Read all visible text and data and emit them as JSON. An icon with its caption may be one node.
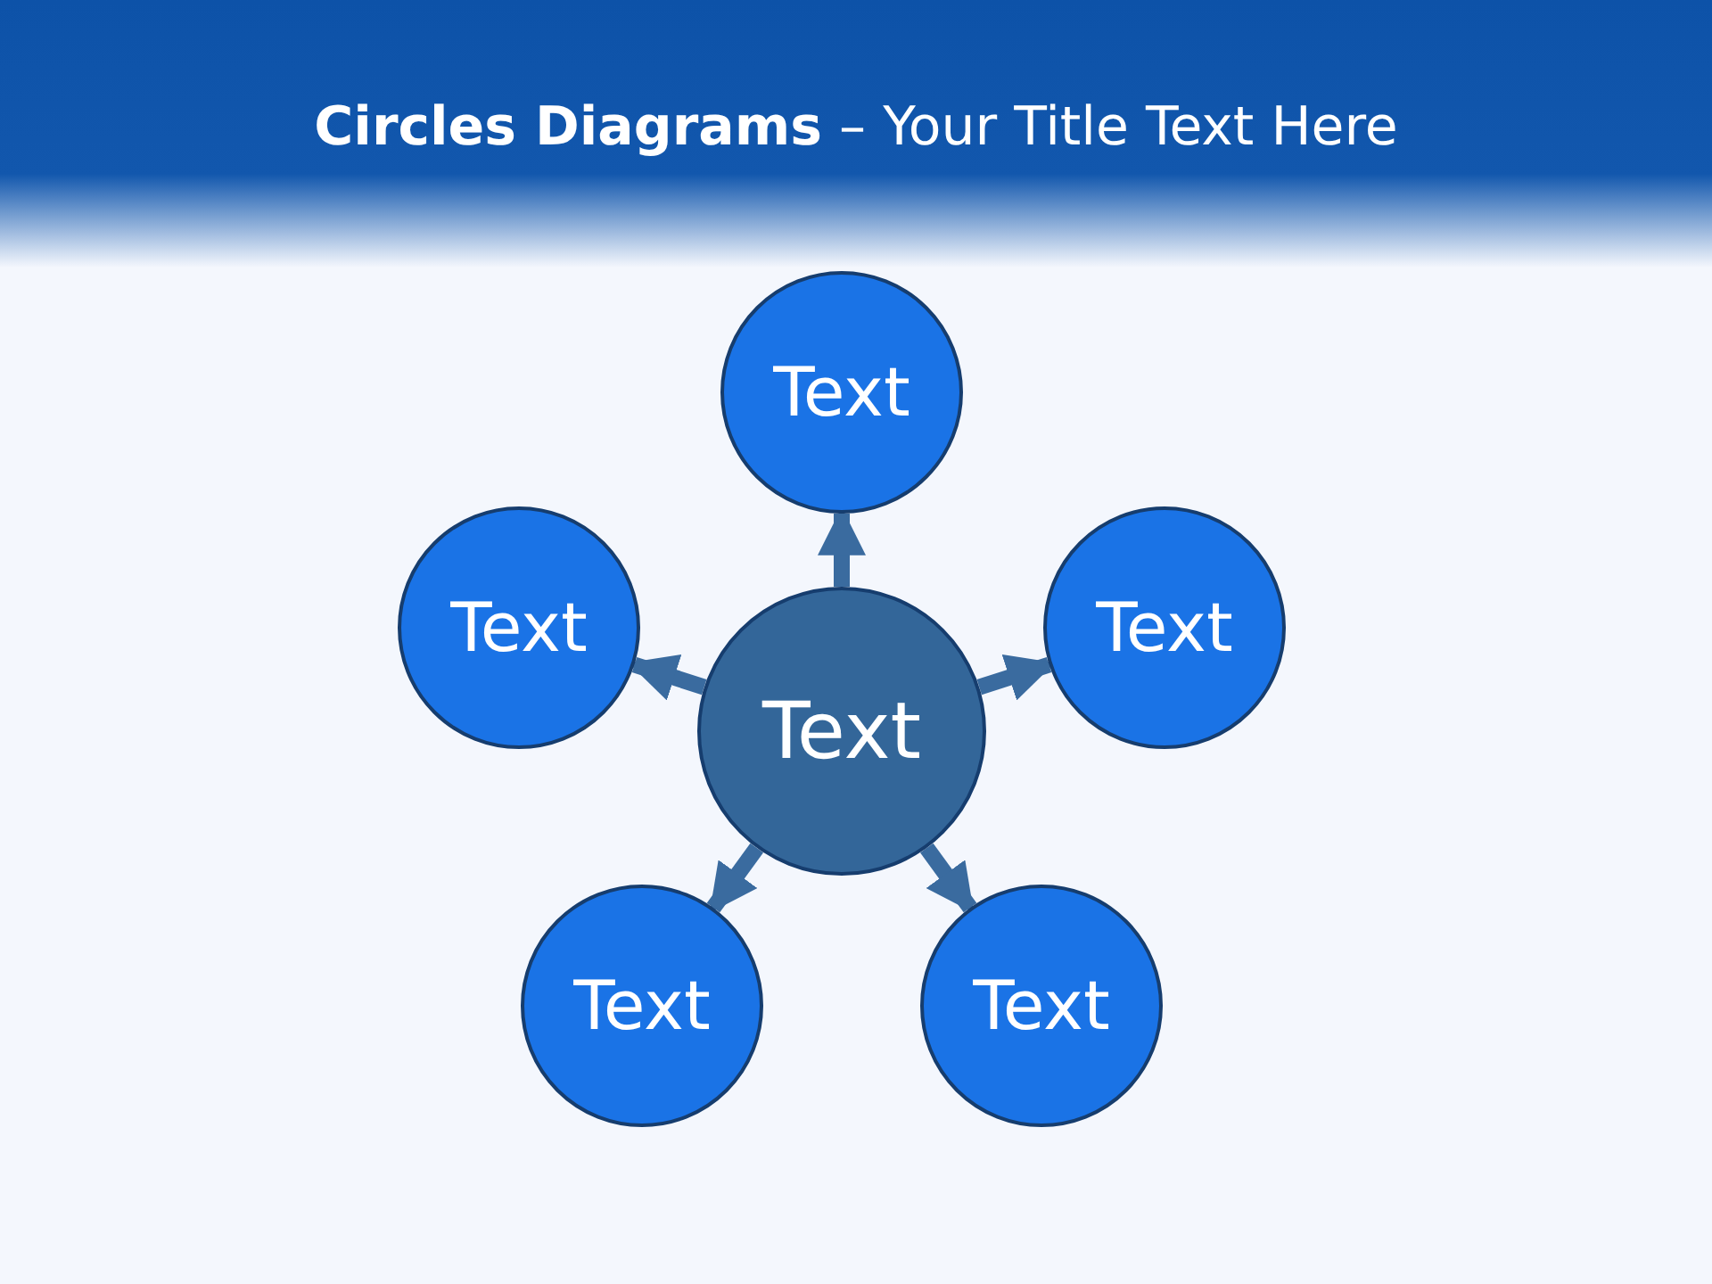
{
  "diagram": {
    "title": "**Circles Diagrams** – Your Title Text Here",
    "nodes": [
      {
        "text": [
          "Text"
        ]
      },
      {
        "text": [
          "Text"
        ]
      },
      {
        "text": [
          "Text"
        ]
      },
      {
        "text": [
          "Text"
        ]
      },
      {
        "text": [
          "Text"
        ]
      },
      {
        "text": [
          "Text"
        ]
      }
    ],
    "edges": [
      {
        "from": 2,
        "to": 0,
        "arrow": "to"
      },
      {
        "from": 2,
        "to": 1,
        "arrow": "to"
      },
      {
        "from": 2,
        "to": 3,
        "arrow": "to"
      },
      {
        "from": 2,
        "to": 4,
        "arrow": "to"
      },
      {
        "from": 2,
        "to": 5,
        "arrow": "to"
      }
    ]
  }
}
